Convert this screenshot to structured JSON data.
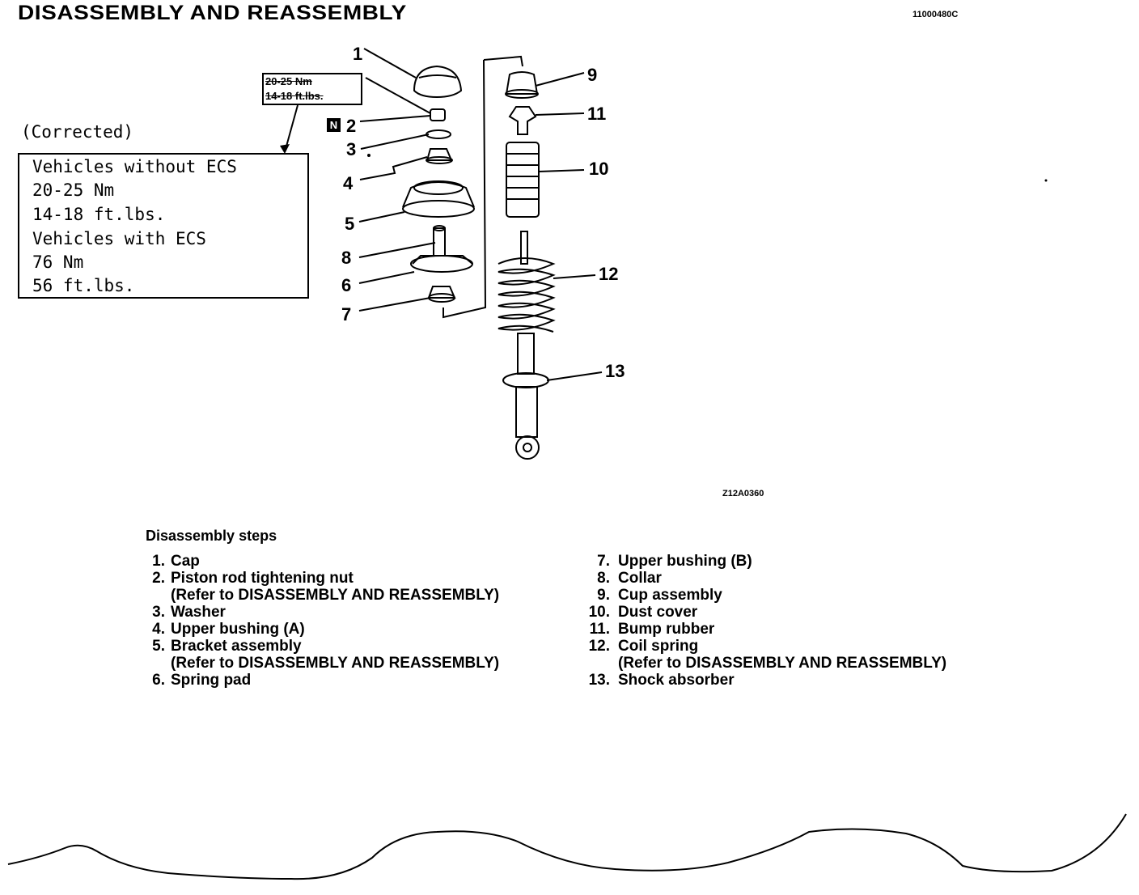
{
  "header": {
    "title": "DISASSEMBLY AND REASSEMBLY",
    "doc_code": "11000480C"
  },
  "figure": {
    "code": "Z12A0360",
    "torque_label": [
      "20-25 Nm",
      "14-18 ft.lbs."
    ],
    "correction": {
      "heading": "(Corrected)",
      "lines": [
        "Vehicles without ECS",
        "20-25 Nm",
        "14-18 ft.lbs.",
        "Vehicles with ECS",
        "76 Nm",
        "56 ft.lbs."
      ]
    },
    "callouts": [
      "1",
      "2",
      "3",
      "4",
      "5",
      "8",
      "6",
      "7",
      "9",
      "11",
      "10",
      "12",
      "13"
    ],
    "new_part_mark": "N",
    "icons": [
      "n-mark-icon"
    ]
  },
  "steps": {
    "heading": "Disassembly steps",
    "left": [
      {
        "num": "1.",
        "text": "Cap"
      },
      {
        "num": "2.",
        "text": "Piston rod tightening nut"
      },
      {
        "num": "",
        "text": "(Refer to DISASSEMBLY AND REASSEMBLY)"
      },
      {
        "num": "3.",
        "text": "Washer"
      },
      {
        "num": "4.",
        "text": "Upper bushing (A)"
      },
      {
        "num": "5.",
        "text": "Bracket assembly"
      },
      {
        "num": "",
        "text": "(Refer to DISASSEMBLY AND REASSEMBLY)"
      },
      {
        "num": "6.",
        "text": "Spring pad"
      }
    ],
    "right": [
      {
        "num": "7.",
        "text": "Upper bushing (B)"
      },
      {
        "num": "8.",
        "text": "Collar"
      },
      {
        "num": "9.",
        "text": "Cup assembly"
      },
      {
        "num": "10.",
        "text": "Dust cover"
      },
      {
        "num": "11.",
        "text": "Bump rubber"
      },
      {
        "num": "12.",
        "text": "Coil spring"
      },
      {
        "num": "",
        "text": "(Refer to DISASSEMBLY AND REASSEMBLY)"
      },
      {
        "num": "13.",
        "text": "Shock absorber"
      }
    ]
  }
}
